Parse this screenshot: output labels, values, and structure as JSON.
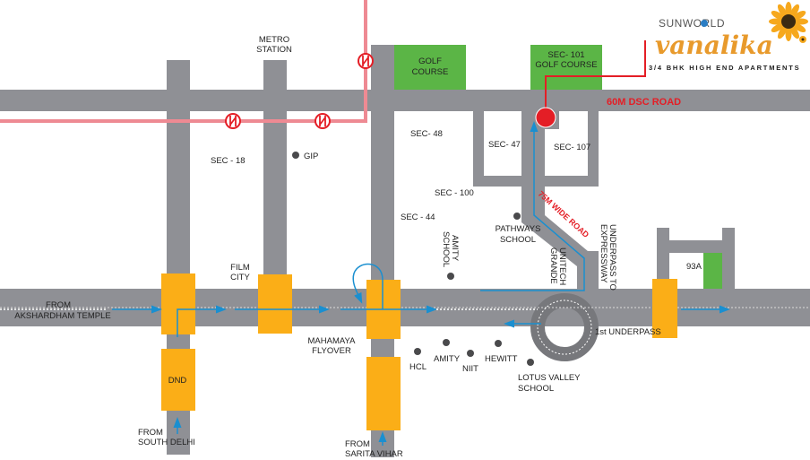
{
  "brand": {
    "prefix": "SUNWORLD",
    "name": "vanalika",
    "tagline": "3/4 BHK HIGH END APARTMENTS"
  },
  "roads": {
    "dsc_road": "60M DSC ROAD",
    "wide_road": "75M WIDE ROAD"
  },
  "sectors": {
    "sec101": [
      "SEC- 101",
      "GOLF COURSE"
    ],
    "golf": [
      "GOLF",
      "COURSE"
    ],
    "sec48": "SEC- 48",
    "sec47": "SEC- 47",
    "sec107": "SEC- 107",
    "sec18": "SEC - 18",
    "sec100": "SEC - 100",
    "sec44": "SEC - 44",
    "sec93a": "93A"
  },
  "landmarks": {
    "metro": [
      "METRO",
      "STATION"
    ],
    "gip": "GIP",
    "film_city": [
      "FILM",
      "CITY"
    ],
    "mahamaya": [
      "MAHAMAYA",
      "FLYOVER"
    ],
    "dnd": "DND",
    "amity_school": [
      "AMITY",
      "SCHOOL"
    ],
    "pathways": [
      "PATHWAYS",
      "SCHOOL"
    ],
    "unitech": [
      "UNITECH",
      "GRANDE"
    ],
    "underpass_exp": [
      "UNDERPASS TO",
      "EXPRESSWAY"
    ],
    "hcl": "HCL",
    "amity": "AMITY",
    "niit": "NIIT",
    "hewitt": "HEWITT",
    "lotus": [
      "LOTUS VALLEY",
      "SCHOOL"
    ],
    "underpass1": "1st UNDERPASS"
  },
  "origins": {
    "akshardham": [
      "FROM",
      "AKSHARDHAM TEMPLE"
    ],
    "south_delhi": [
      "FROM",
      "SOUTH DELHI"
    ],
    "sarita_vihar": [
      "FROM",
      "SARITA VIHAR"
    ]
  },
  "colors": {
    "road": "#8f9095",
    "flyover": "#fbae17",
    "green": "#5bb546",
    "metro_line": "#ee8a93",
    "metro_icon": "#e41e26",
    "route": "#1a8fd0",
    "project_marker": "#e41e26",
    "highlight_text": "#e41e26"
  }
}
